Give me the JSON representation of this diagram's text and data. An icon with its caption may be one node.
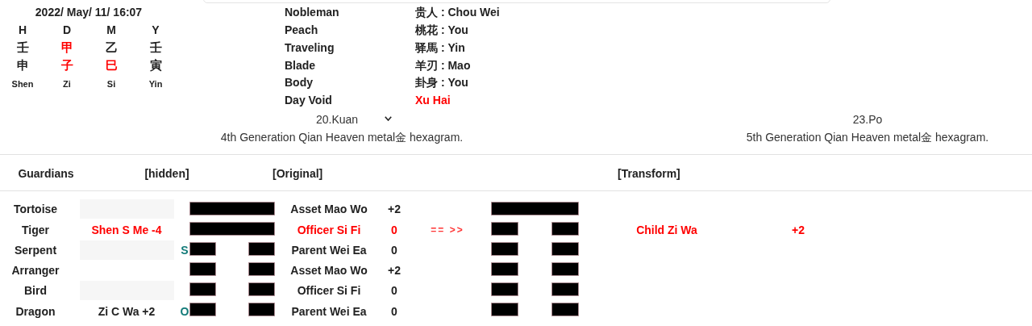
{
  "diagram": {
    "labels": [
      "2022/ May/ 11/ 16:07",
      "H",
      "D",
      "M",
      "Y",
      "壬",
      "甲",
      "乙",
      "壬",
      "申",
      "子",
      "巳",
      "寅",
      "Shen",
      "Zi",
      "Si",
      "Yin",
      "Nobleman",
      "贵人 : Chou Wei",
      "Peach",
      "桃花 : You",
      "Traveling",
      "驿馬 : Yin",
      "Blade",
      "羊刃 : Mao",
      "Body",
      "卦身 : You",
      "Day Void",
      "Xu Hai",
      "20.Kuan",
      "23.Po",
      "4th Generation Qian Heaven metal金 hexagram.",
      "5th Generation Qian Heaven metal金 hexagram.",
      "Guardians",
      "[hidden]",
      "[Original]",
      "[Transform]",
      "Tortoise",
      "Asset Mao Wo",
      "+2",
      "Tiger",
      "Shen S Me -4",
      "Officer Si Fi",
      "0",
      "== >>",
      "Child Zi Wa",
      "+2",
      "Serpent",
      "S",
      "Parent Wei Ea",
      "0",
      "Arranger",
      "Asset Mao Wo",
      "+2",
      "Bird",
      "Officer Si Fi",
      "0",
      "Dragon",
      "Zi C Wa +2",
      "O",
      "Parent Wei Ea",
      "0"
    ]
  }
}
